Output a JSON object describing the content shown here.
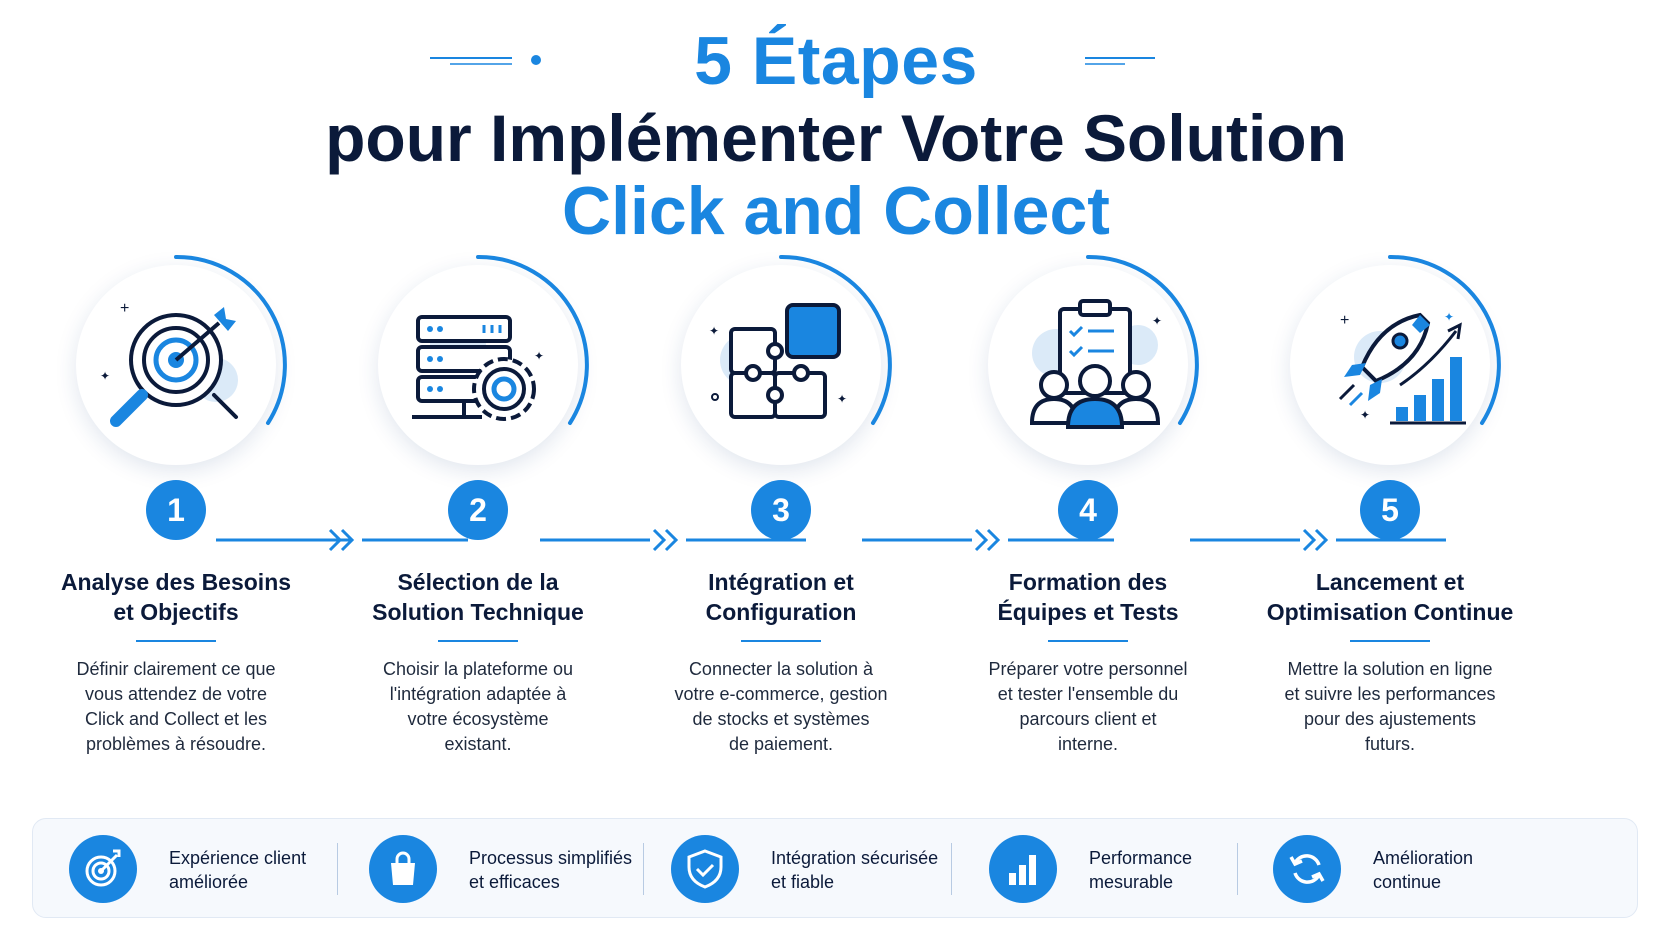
{
  "header": {
    "line1": "5 Étapes",
    "line2": "pour Implémenter Votre Solution",
    "line3": "Click and Collect"
  },
  "colors": {
    "accent": "#1a86e0",
    "dark": "#0b1a3a",
    "light_accent": "#dbeaf8"
  },
  "steps": [
    {
      "number": "1",
      "icon": "target-magnifier-icon",
      "title_line1": "Analyse des Besoins",
      "title_line2": "et Objectifs",
      "desc_lines": [
        "Définir clairement ce que",
        "vous attendez de votre",
        "Click and Collect et les",
        "problèmes à résoudre."
      ]
    },
    {
      "number": "2",
      "icon": "server-gear-icon",
      "title_line1": "Sélection de la",
      "title_line2": "Solution Technique",
      "desc_lines": [
        "Choisir la plateforme ou",
        "l'intégration adaptée à",
        "votre écosystème",
        "existant."
      ]
    },
    {
      "number": "3",
      "icon": "puzzle-icon",
      "title_line1": "Intégration et",
      "title_line2": "Configuration",
      "desc_lines": [
        "Connecter la solution à",
        "votre e-commerce, gestion",
        "de stocks et systèmes",
        "de paiement."
      ]
    },
    {
      "number": "4",
      "icon": "clipboard-team-icon",
      "title_line1": "Formation des",
      "title_line2": "Équipes et Tests",
      "desc_lines": [
        "Préparer votre personnel",
        "et tester l'ensemble du",
        "parcours client et",
        "interne."
      ]
    },
    {
      "number": "5",
      "icon": "rocket-growth-icon",
      "title_line1": "Lancement et",
      "title_line2": "Optimisation Continue",
      "desc_lines": [
        "Mettre la solution en ligne",
        "et suivre les performances",
        "pour des ajustements",
        "futurs."
      ]
    }
  ],
  "benefits": [
    {
      "icon": "target-arrow-icon",
      "line1": "Expérience client",
      "line2": "améliorée"
    },
    {
      "icon": "shopping-bag-icon",
      "line1": "Processus simplifiés",
      "line2": "et efficaces"
    },
    {
      "icon": "shield-check-icon",
      "line1": "Intégration sécurisée",
      "line2": "et fiable"
    },
    {
      "icon": "bar-chart-icon",
      "line1": "Performance",
      "line2": "mesurable"
    },
    {
      "icon": "refresh-icon",
      "line1": "Amélioration",
      "line2": "continue"
    }
  ]
}
